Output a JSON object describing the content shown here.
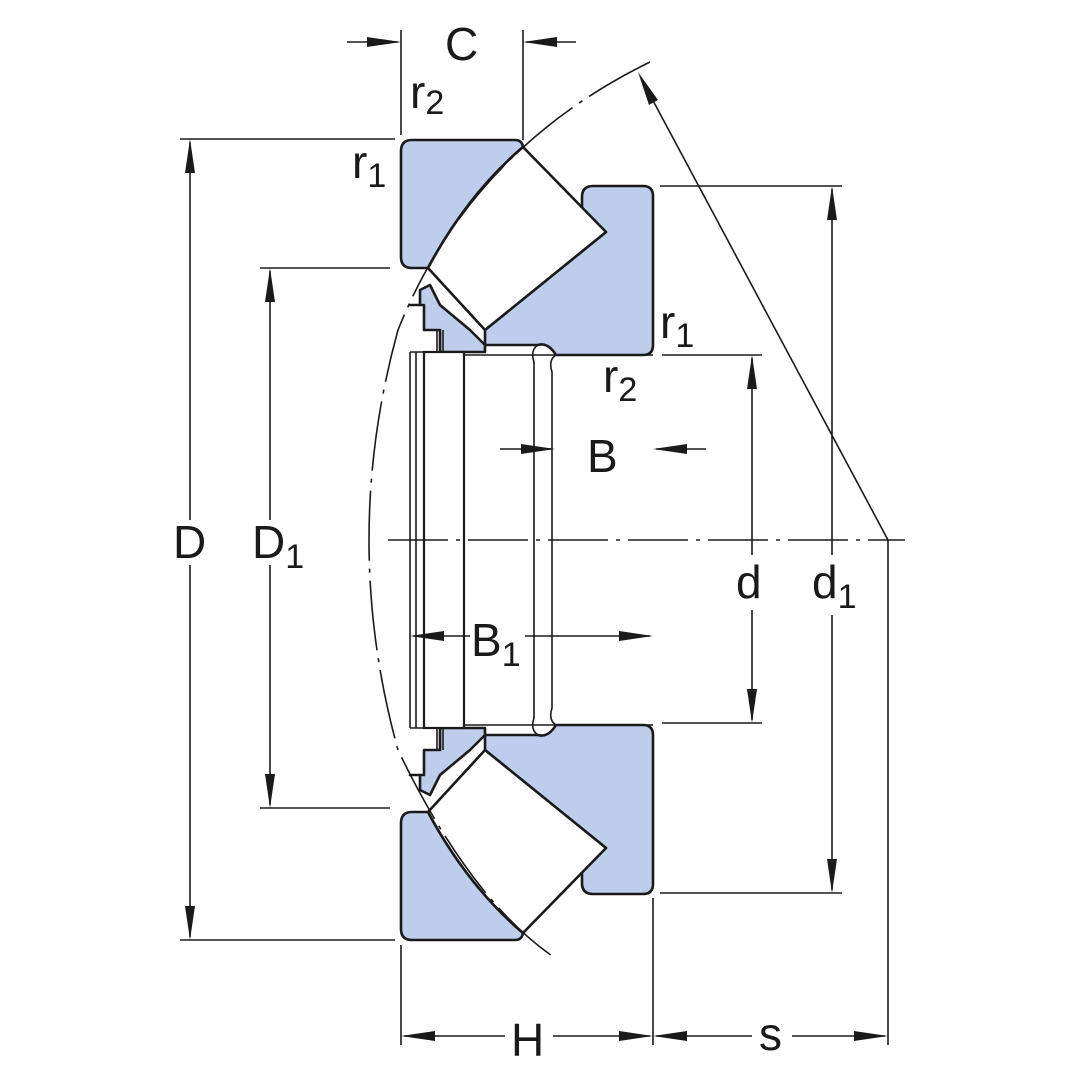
{
  "labels": {
    "C": "C",
    "r2_top": {
      "main": "r",
      "sub": "2"
    },
    "r1_top": {
      "main": "r",
      "sub": "1"
    },
    "r1_right": {
      "main": "r",
      "sub": "1"
    },
    "r2_right": {
      "main": "r",
      "sub": "2"
    },
    "B": "B",
    "D": "D",
    "D1": {
      "main": "D",
      "sub": "1"
    },
    "d": "d",
    "d1": {
      "main": "d",
      "sub": "1"
    },
    "B1": {
      "main": "B",
      "sub": "1"
    },
    "H": "H",
    "s": "s"
  },
  "colors": {
    "ring_fill": "#bfcdec",
    "line": "#1a1a1a",
    "background": "#ffffff"
  }
}
